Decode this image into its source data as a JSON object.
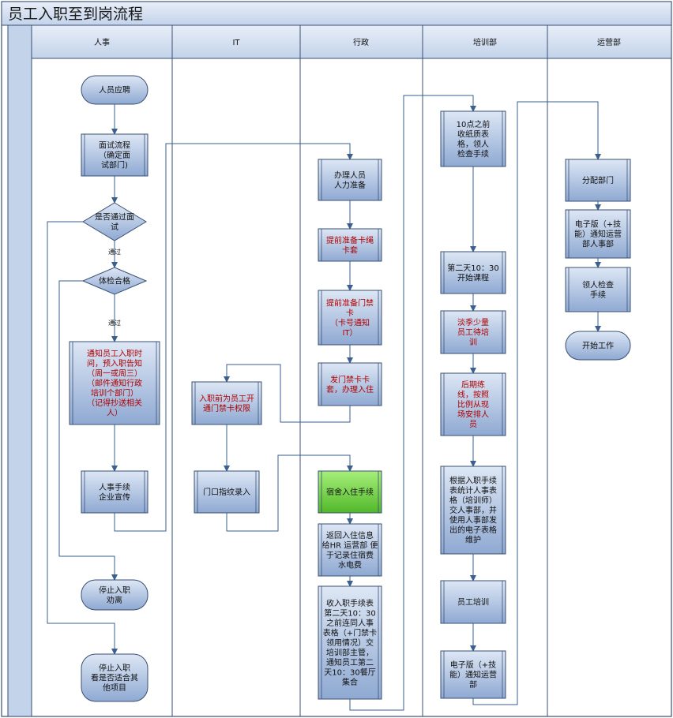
{
  "title": "员工入职至到岗流程",
  "lanes": [
    "人事",
    "IT",
    "行政",
    "培训部",
    "运营部"
  ],
  "edge_labels": {
    "pass1": "通过",
    "pass2": "通过"
  },
  "nodes": {
    "n1": {
      "shape": "terminal",
      "lines": [
        "人员应聘"
      ]
    },
    "n2": {
      "shape": "process",
      "lines": [
        "面试流程",
        "（确定面",
        "试部门)"
      ]
    },
    "n3": {
      "shape": "decision",
      "lines": [
        "是否通过面",
        "试"
      ]
    },
    "n4": {
      "shape": "decision",
      "lines": [
        "体检合格"
      ]
    },
    "n5": {
      "shape": "process",
      "color": "red",
      "lines": [
        "通知员工入职时",
        "间，预入职告知",
        "（周一或周三）",
        "（邮件通知行政",
        "培训个部门）",
        "（记得抄送相关",
        "人）"
      ]
    },
    "n6": {
      "shape": "process",
      "lines": [
        "人事手续",
        "企业宣传"
      ]
    },
    "n7": {
      "shape": "terminal",
      "lines": [
        "停止入职",
        "劝离"
      ]
    },
    "n8": {
      "shape": "terminal",
      "lines": [
        "停止入职",
        "看是否适合其",
        "他项目"
      ]
    },
    "n9": {
      "shape": "process",
      "color": "red",
      "lines": [
        "入职前为员工开",
        "通门禁卡权限"
      ]
    },
    "n10": {
      "shape": "process",
      "lines": [
        "门口指纹录入"
      ]
    },
    "n11": {
      "shape": "process",
      "lines": [
        "办理人员",
        "人力准备"
      ]
    },
    "n12": {
      "shape": "process",
      "color": "red",
      "lines": [
        "提前准备卡绳",
        "卡套"
      ]
    },
    "n13": {
      "shape": "process",
      "color": "red",
      "lines": [
        "提前准备门禁",
        "卡",
        "（卡号通知",
        "IT）"
      ]
    },
    "n14": {
      "shape": "process",
      "color": "red",
      "lines": [
        "发门禁卡卡",
        "套，办理入住"
      ]
    },
    "n15": {
      "shape": "process",
      "fill": "green",
      "lines": [
        "宿舍入住手续"
      ]
    },
    "n16": {
      "shape": "process",
      "lines": [
        "返回入住信息",
        "给HR 运营部 便",
        "于记录住宿费",
        "水电费"
      ]
    },
    "n17": {
      "shape": "process",
      "lines": [
        "收入职手续表",
        "第二天10：30",
        "之前连同人事",
        "表格（+门禁卡",
        "领用情况）交",
        "培训部主管，",
        "通知员工第二",
        "天10：30餐厅",
        "集合"
      ]
    },
    "n18": {
      "shape": "process",
      "lines": [
        "10点之前",
        "收纸质表",
        "格，领人",
        "检查手续"
      ]
    },
    "n19": {
      "shape": "process",
      "lines": [
        "第二天10：30",
        "开始课程"
      ]
    },
    "n20": {
      "shape": "process",
      "color": "red",
      "lines": [
        "淡季少量",
        "员工待培",
        "训"
      ]
    },
    "n21": {
      "shape": "process",
      "color": "red",
      "lines": [
        "后期练",
        "线，按照",
        "比例从现",
        "场安排人",
        "员"
      ]
    },
    "n22": {
      "shape": "process",
      "lines": [
        "根据入职手续",
        "表统计人事表",
        "格（培训师）",
        "交人事部，并",
        "使用人事部发",
        "出的电子表格",
        "维护"
      ]
    },
    "n23": {
      "shape": "process",
      "lines": [
        "员工培训"
      ]
    },
    "n24": {
      "shape": "process",
      "lines": [
        "电子版（+技",
        "能）通知运营",
        "部"
      ]
    },
    "n25": {
      "shape": "process",
      "lines": [
        "分配部门"
      ]
    },
    "n26": {
      "shape": "process",
      "lines": [
        "电子版（+技",
        "能）通知运营",
        "部人事部"
      ]
    },
    "n27": {
      "shape": "process",
      "lines": [
        "领人检查",
        "手续"
      ]
    },
    "n28": {
      "shape": "terminal",
      "lines": [
        "开始工作"
      ]
    }
  },
  "colors": {
    "lane_header": "#d3e0f0",
    "border": "#3a4f73",
    "box_fill": "#b3c8e6",
    "box_green": "#6fcf3a",
    "arrow": "#3b5f8f",
    "red_text": "#b00000"
  }
}
